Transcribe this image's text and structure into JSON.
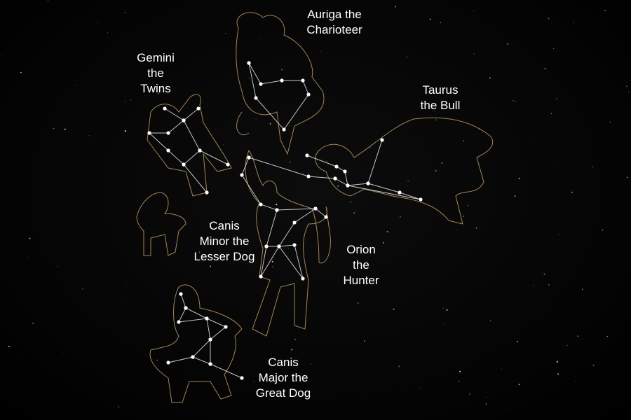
{
  "colors": {
    "background": "#000000",
    "figure_outline": "#c9a46a",
    "star": "#ffffff",
    "star_line": "#e8e8e8",
    "label": "#ffffff"
  },
  "constellations": [
    {
      "id": "auriga",
      "lines": [
        "Auriga the",
        "Charioteer"
      ]
    },
    {
      "id": "gemini",
      "lines": [
        "Gemini",
        "the",
        "Twins"
      ]
    },
    {
      "id": "taurus",
      "lines": [
        "Taurus",
        "the Bull"
      ]
    },
    {
      "id": "canis-minor",
      "lines": [
        "Canis",
        "Minor the",
        "Lesser Dog"
      ]
    },
    {
      "id": "orion",
      "lines": [
        "Orion",
        "the",
        "Hunter"
      ]
    },
    {
      "id": "canis-major",
      "lines": [
        "Canis",
        "Major the",
        "Great Dog"
      ]
    }
  ]
}
